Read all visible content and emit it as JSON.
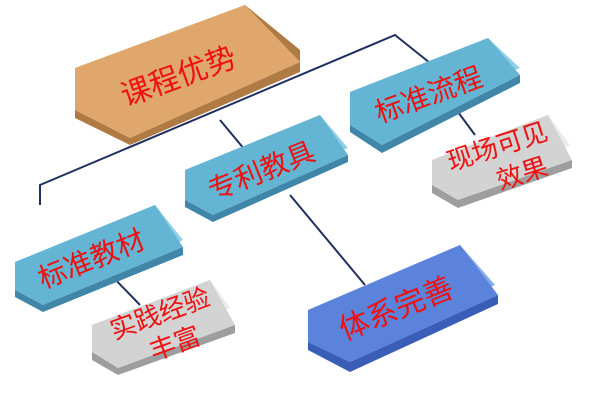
{
  "colors": {
    "connector": "#1f2f5f",
    "root_front": "#e0a76c",
    "root_top": "#f0c28f",
    "root_side": "#b07a45",
    "blue_front": "#64b4d3",
    "blue_top": "#8fd0e8",
    "blue_side": "#3f86a8",
    "gray_front": "#d3d3d3",
    "gray_top": "#ebebeb",
    "gray_side": "#9e9e9e",
    "royal_front": "#5b83dc",
    "royal_top": "#87a9ee",
    "royal_side": "#3a5eb8",
    "text": "#ee1111"
  },
  "nodes": {
    "root": {
      "label": "课程优势"
    },
    "standard_materials": {
      "label": "标准教材"
    },
    "patented_tools": {
      "label": "专利教具"
    },
    "standard_process": {
      "label": "标准流程"
    },
    "rich_experience": {
      "line1": "实践经验",
      "line2": "丰富"
    },
    "complete_system": {
      "label": "体系完善"
    },
    "onsite_results": {
      "line1": "现场可见",
      "line2": "效果"
    }
  }
}
